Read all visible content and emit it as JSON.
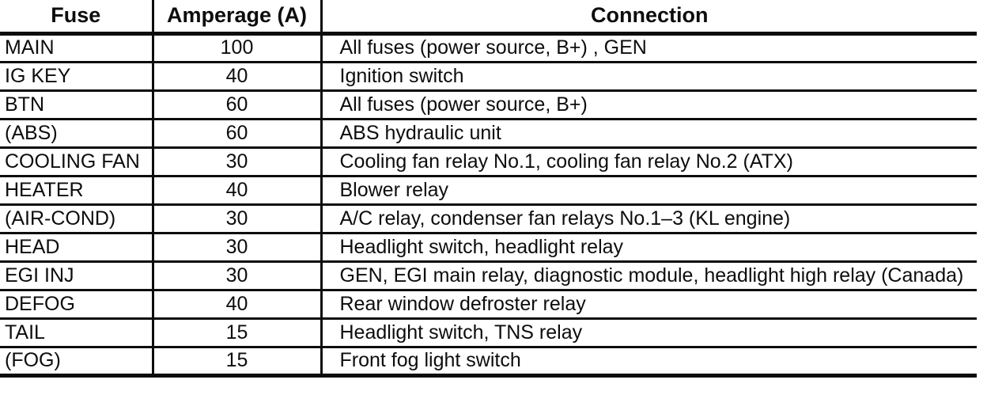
{
  "colors": {
    "ink": "#0d0d0d",
    "paper": "#ffffff"
  },
  "table": {
    "columns": [
      {
        "label": "Fuse"
      },
      {
        "label": "Amperage (A)"
      },
      {
        "label": "Connection"
      }
    ],
    "rows": [
      {
        "fuse": "MAIN",
        "amperage": "100",
        "connection": "All fuses (power source, B+) , GEN"
      },
      {
        "fuse": "IG KEY",
        "amperage": "40",
        "connection": "Ignition switch"
      },
      {
        "fuse": "BTN",
        "amperage": "60",
        "connection": "All fuses (power source, B+)"
      },
      {
        "fuse": "(ABS)",
        "amperage": "60",
        "connection": "ABS hydraulic unit"
      },
      {
        "fuse": "COOLING FAN",
        "amperage": "30",
        "connection": "Cooling fan relay No.1, cooling fan relay No.2 (ATX)"
      },
      {
        "fuse": "HEATER",
        "amperage": "40",
        "connection": "Blower relay"
      },
      {
        "fuse": "(AIR-COND)",
        "amperage": "30",
        "connection": "A/C relay, condenser fan relays No.1–3 (KL engine)"
      },
      {
        "fuse": "HEAD",
        "amperage": "30",
        "connection": "Headlight switch, headlight relay"
      },
      {
        "fuse": "EGI INJ",
        "amperage": "30",
        "connection": "GEN, EGI main relay, diagnostic module, headlight high relay (Canada)"
      },
      {
        "fuse": "DEFOG",
        "amperage": "40",
        "connection": "Rear window defroster relay"
      },
      {
        "fuse": "TAIL",
        "amperage": "15",
        "connection": "Headlight switch, TNS relay"
      },
      {
        "fuse": "(FOG)",
        "amperage": "15",
        "connection": "Front fog light switch"
      }
    ]
  }
}
